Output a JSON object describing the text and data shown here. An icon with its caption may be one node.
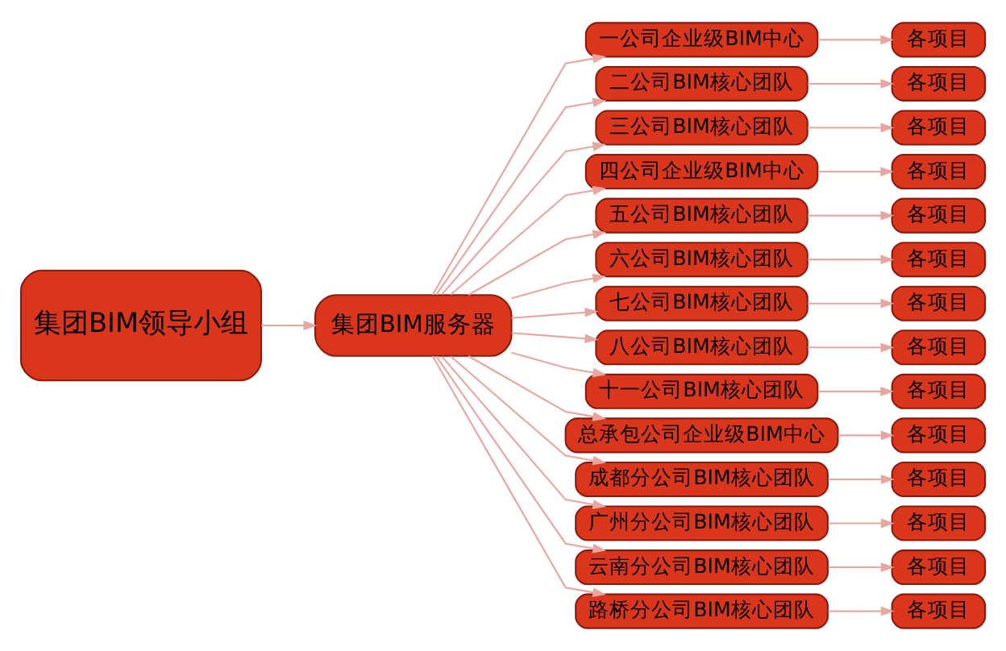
{
  "diagram": {
    "nodes": [
      {
        "text": [
          "集团BIM领导小组"
        ]
      },
      {
        "text": [
          "集团BIM服务器"
        ]
      },
      {
        "text": [
          "一公司企业级BIM中心"
        ]
      },
      {
        "text": [
          "各项目"
        ]
      },
      {
        "text": [
          "二公司BIM核心团队"
        ]
      },
      {
        "text": [
          "各项目"
        ]
      },
      {
        "text": [
          "三公司BIM核心团队"
        ]
      },
      {
        "text": [
          "各项目"
        ]
      },
      {
        "text": [
          "四公司企业级BIM中心"
        ]
      },
      {
        "text": [
          "各项目"
        ]
      },
      {
        "text": [
          "五公司BIM核心团队"
        ]
      },
      {
        "text": [
          "各项目"
        ]
      },
      {
        "text": [
          "六公司BIM核心团队"
        ]
      },
      {
        "text": [
          "各项目"
        ]
      },
      {
        "text": [
          "七公司BIM核心团队"
        ]
      },
      {
        "text": [
          "各项目"
        ]
      },
      {
        "text": [
          "八公司BIM核心团队"
        ]
      },
      {
        "text": [
          "各项目"
        ]
      },
      {
        "text": [
          "十一公司BIM核心团队"
        ]
      },
      {
        "text": [
          "各项目"
        ]
      },
      {
        "text": [
          "总承包公司企业级BIM中心"
        ]
      },
      {
        "text": [
          "各项目"
        ]
      },
      {
        "text": [
          "成都分公司BIM核心团队"
        ]
      },
      {
        "text": [
          "各项目"
        ]
      },
      {
        "text": [
          "广州分公司BIM核心团队"
        ]
      },
      {
        "text": [
          "各项目"
        ]
      },
      {
        "text": [
          "云南分公司BIM核心团队"
        ]
      },
      {
        "text": [
          "各项目"
        ]
      },
      {
        "text": [
          "路桥分公司BIM核心团队"
        ]
      },
      {
        "text": [
          "各项目"
        ]
      }
    ],
    "edges": [
      {
        "from": 0,
        "to": 1,
        "arrow": "to"
      },
      {
        "from": 1,
        "to": 2,
        "arrow": "to"
      },
      {
        "from": 1,
        "to": 4,
        "arrow": "to"
      },
      {
        "from": 1,
        "to": 6,
        "arrow": "to"
      },
      {
        "from": 1,
        "to": 8,
        "arrow": "to"
      },
      {
        "from": 1,
        "to": 10,
        "arrow": "to"
      },
      {
        "from": 1,
        "to": 12,
        "arrow": "to"
      },
      {
        "from": 1,
        "to": 14,
        "arrow": "to"
      },
      {
        "from": 1,
        "to": 16,
        "arrow": "to"
      },
      {
        "from": 1,
        "to": 18,
        "arrow": "to"
      },
      {
        "from": 1,
        "to": 20,
        "arrow": "to"
      },
      {
        "from": 1,
        "to": 22,
        "arrow": "to"
      },
      {
        "from": 1,
        "to": 24,
        "arrow": "to"
      },
      {
        "from": 1,
        "to": 26,
        "arrow": "to"
      },
      {
        "from": 1,
        "to": 28,
        "arrow": "to"
      },
      {
        "from": 2,
        "to": 3,
        "arrow": "to"
      },
      {
        "from": 4,
        "to": 5,
        "arrow": "to"
      },
      {
        "from": 6,
        "to": 7,
        "arrow": "to"
      },
      {
        "from": 8,
        "to": 9,
        "arrow": "to"
      },
      {
        "from": 10,
        "to": 11,
        "arrow": "to"
      },
      {
        "from": 12,
        "to": 13,
        "arrow": "to"
      },
      {
        "from": 14,
        "to": 15,
        "arrow": "to"
      },
      {
        "from": 16,
        "to": 17,
        "arrow": "to"
      },
      {
        "from": 18,
        "to": 19,
        "arrow": "to"
      },
      {
        "from": 20,
        "to": 21,
        "arrow": "to"
      },
      {
        "from": 22,
        "to": 23,
        "arrow": "to"
      },
      {
        "from": 24,
        "to": 25,
        "arrow": "to"
      },
      {
        "from": 26,
        "to": 27,
        "arrow": "to"
      },
      {
        "from": 28,
        "to": 29,
        "arrow": "to"
      }
    ]
  }
}
